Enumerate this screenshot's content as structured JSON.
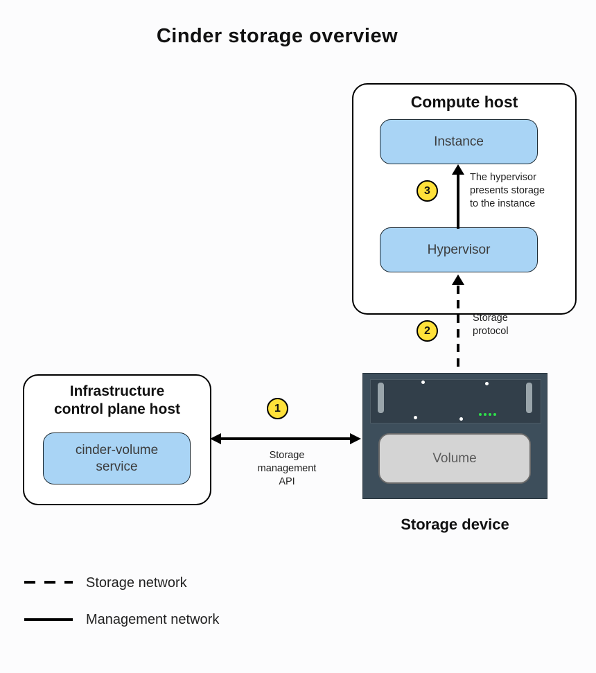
{
  "title": "Cinder storage overview",
  "compute_host": {
    "title": "Compute host",
    "instance": "Instance",
    "hypervisor": "Hypervisor"
  },
  "infra_host": {
    "title": "Infrastructure\ncontrol plane host",
    "service": "cinder-volume\nservice"
  },
  "storage_device": {
    "volume": "Volume",
    "caption": "Storage device"
  },
  "steps": {
    "one": {
      "number": "1",
      "label": "Storage\nmanagement\nAPI"
    },
    "two": {
      "number": "2",
      "label": "Storage\nprotocol"
    },
    "three": {
      "number": "3",
      "label": "The hypervisor\npresents storage\nto the instance"
    }
  },
  "legend": {
    "storage_network": "Storage network",
    "management_network": "Management network"
  },
  "colors": {
    "box_blue": "#a9d4f5",
    "badge_yellow": "#ffe13a",
    "device_dark": "#3d4e5b",
    "volume_gray": "#d4d4d4",
    "line_black": "#000000"
  }
}
